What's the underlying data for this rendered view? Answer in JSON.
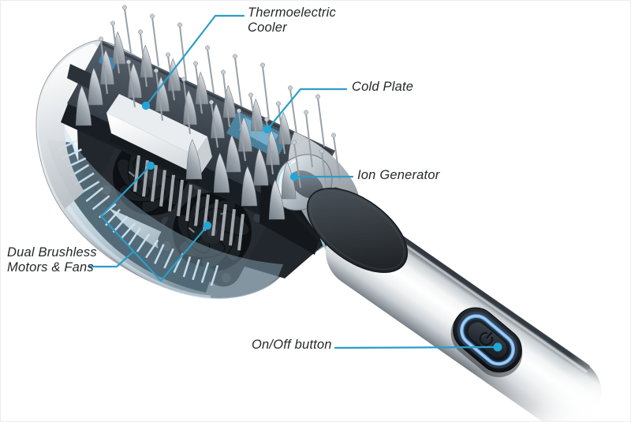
{
  "diagram": {
    "type": "annotated_product_cutaway",
    "subject": "Cooling hair brush internal components",
    "background_color": "#ffffff",
    "callout_line_color": "#2b9dc8",
    "callout_dot_color": "#23a6d6",
    "label_text_color": "#26282a",
    "labels": {
      "thermoelectric_cooler": {
        "line1": "Thermoelectric",
        "line2": "Cooler"
      },
      "cold_plate": {
        "line1": "Cold Plate"
      },
      "ion_generator": {
        "line1": "Ion Generator"
      },
      "dual_brushless": {
        "line1": "Dual Brushless",
        "line2": "Motors & Fans"
      },
      "on_off_button": {
        "line1": "On/Off button"
      }
    },
    "icons": {
      "power_button": "power-icon"
    },
    "product_colors": {
      "chrome_shell": "#d7dbde",
      "dark_frame": "#2b323a",
      "translucent_blue_shell": "#a9d2e4",
      "fan_black": "#15181b",
      "tec_white": "#f2f4f5",
      "button_ring_blue": "#7fb5ea"
    }
  }
}
